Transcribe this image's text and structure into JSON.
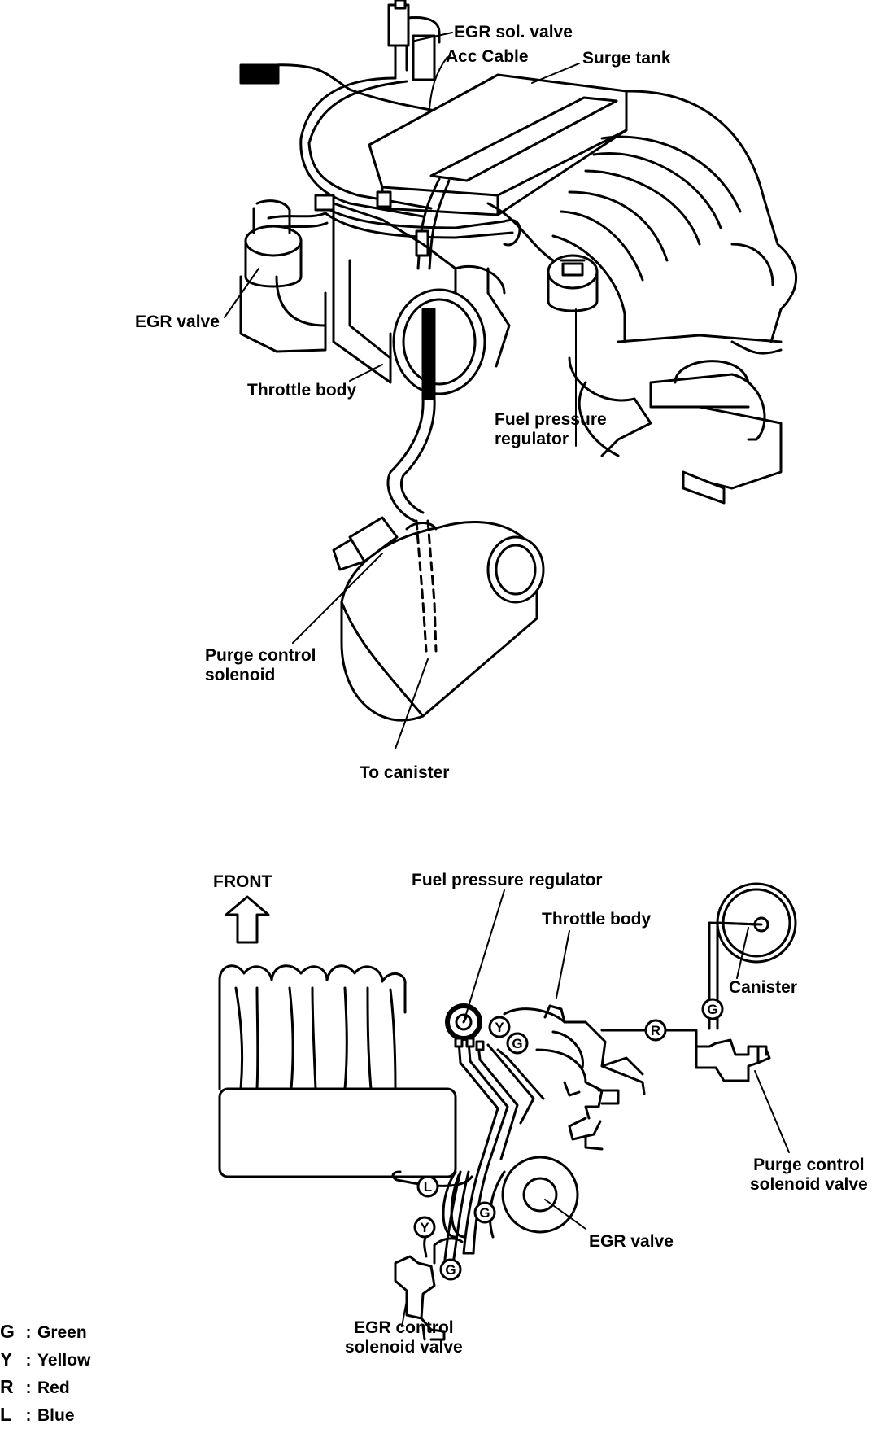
{
  "top_diagram": {
    "labels": {
      "egr_sol_valve": "EGR sol. valve",
      "acc_cable": "Acc Cable",
      "surge_tank": "Surge tank",
      "egr_valve": "EGR valve",
      "throttle_body": "Throttle body",
      "fuel_pressure_regulator_line1": "Fuel pressure",
      "fuel_pressure_regulator_line2": "regulator",
      "purge_control_solenoid_line1": "Purge control",
      "purge_control_solenoid_line2": "solenoid",
      "to_canister": "To canister"
    }
  },
  "bottom_diagram": {
    "labels": {
      "front": "FRONT",
      "fuel_pressure_regulator": "Fuel  pressure  regulator",
      "throttle_body": "Throttle  body",
      "canister": "Canister",
      "purge_control_solenoid_valve_line1": "Purge  control",
      "purge_control_solenoid_valve_line2": "solenoid  valve",
      "egr_valve": "EGR  valve",
      "egr_control_solenoid_valve_line1": "EGR  control",
      "egr_control_solenoid_valve_line2": "solenoid  valve"
    },
    "hose_markers": {
      "y_near_regulator": "Y",
      "g_near_throttle": "G",
      "r_to_purge": "R",
      "g_canister_line": "G",
      "l_lower": "L",
      "g_egr_valve": "G",
      "y_egr_solenoid": "Y",
      "g_egr_solenoid": "G"
    }
  },
  "legend": [
    {
      "code": "G",
      "sep": ":",
      "color": "Green"
    },
    {
      "code": "Y",
      "sep": ":",
      "color": "Yellow"
    },
    {
      "code": "R",
      "sep": ":",
      "color": "Red"
    },
    {
      "code": "L",
      "sep": ":",
      "color": "Blue"
    }
  ]
}
